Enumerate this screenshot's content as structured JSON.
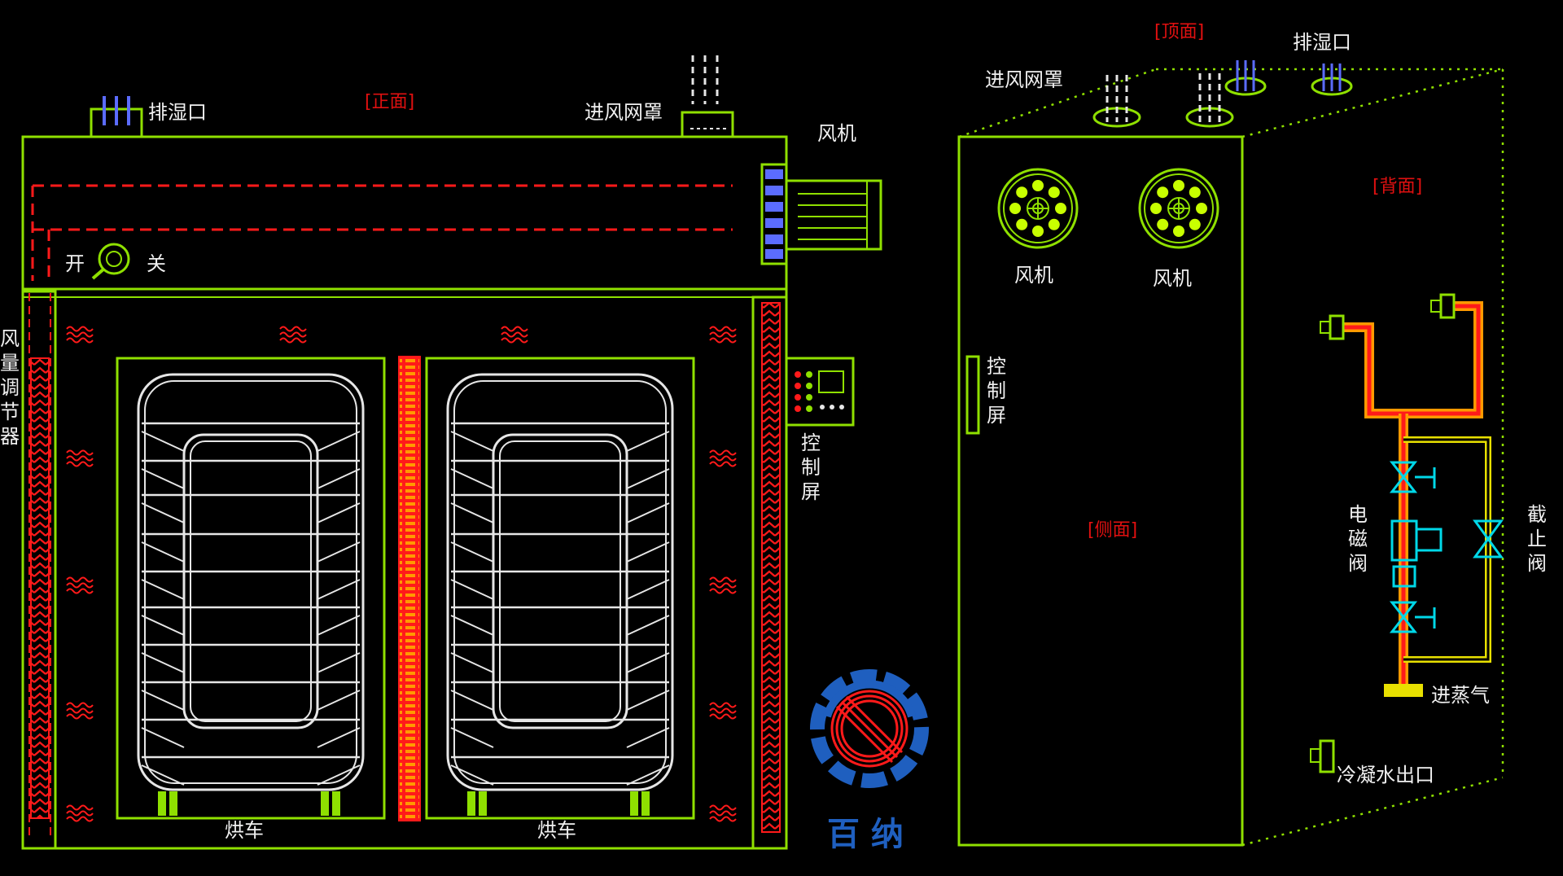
{
  "views": {
    "front": "[正面]",
    "top": "[顶面]",
    "back": "[背面]",
    "side": "[侧面]"
  },
  "labels": {
    "exhaust_front": "排湿口",
    "intake_front": "进风网罩",
    "fan_front": "风机",
    "open": "开",
    "close": "关",
    "damper": "风量调节器",
    "control_front": "控制屏",
    "cart_left": "烘车",
    "cart_right": "烘车",
    "intake_top": "进风网罩",
    "exhaust_top": "排湿口",
    "fan_side_1": "风机",
    "fan_side_2": "风机",
    "control_side": "控制屏",
    "solenoid_valve": "电磁阀",
    "stop_valve": "截止阀",
    "steam_inlet": "进蒸气",
    "condensate_outlet": "冷凝水出口"
  },
  "logo": {
    "text": "百 纳"
  },
  "colors": {
    "frame": "#8fe000",
    "red": "#ff1a1a",
    "orange": "#ff7a00",
    "white": "#e6e6e6",
    "blue": "#5b6cff",
    "yellow": "#e8e000",
    "cyan": "#00d8e8",
    "label": "#f0f0f0",
    "view_label": "#e01010",
    "logo_blue": "#1f5fbf"
  }
}
